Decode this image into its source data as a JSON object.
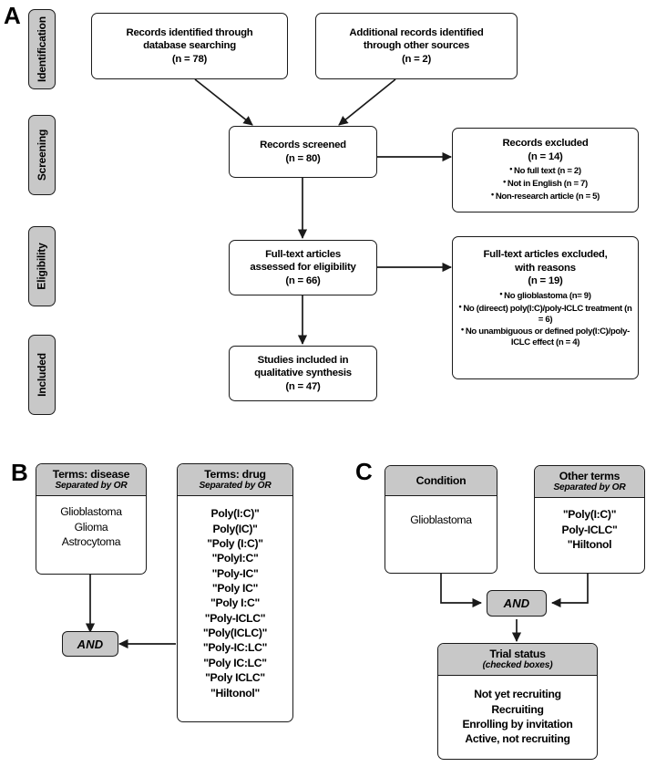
{
  "figure": {
    "panels": [
      "A",
      "B",
      "C"
    ]
  },
  "panel_a": {
    "letter": "A",
    "stages": [
      {
        "label": "Identification"
      },
      {
        "label": "Screening"
      },
      {
        "label": "Eligibility"
      },
      {
        "label": "Included"
      }
    ],
    "boxes": {
      "db_search": {
        "line1": "Records identified through",
        "line2": "database searching",
        "line3": "(n = 78)"
      },
      "other_sources": {
        "line1": "Additional records identified",
        "line2": "through other sources",
        "line3": "(n = 2)"
      },
      "screened": {
        "line1": "Records screened",
        "line2": "(n = 80)"
      },
      "records_excluded": {
        "line1": "Records excluded",
        "line2": "(n = 14)",
        "bullets": [
          "No full text (n = 2)",
          "Not in English (n = 7)",
          "Non-research article (n = 5)"
        ]
      },
      "fulltext_assessed": {
        "line1": "Full-text articles",
        "line2": "assessed for eligibility",
        "line3": "(n = 66)"
      },
      "fulltext_excluded": {
        "line1": "Full-text articles excluded,",
        "line2": "with reasons",
        "line3": "(n = 19)",
        "bullets": [
          "No glioblastoma (n= 9)",
          "No (direect) poly(I:C)/poly-ICLC treatment (n = 6)",
          "No unambiguous or defined poly(I:C)/poly-ICLC effect (n = 4)"
        ]
      },
      "included": {
        "line1": "Studies included in",
        "line2": "qualitative synthesis",
        "line3": "(n = 47)"
      }
    }
  },
  "panel_b": {
    "letter": "B",
    "disease_box": {
      "title": "Terms: disease",
      "subtitle": "Separated by OR",
      "items": [
        "Glioblastoma",
        "Glioma",
        "Astrocytoma"
      ]
    },
    "drug_box": {
      "title": "Terms: drug",
      "subtitle": "Separated by OR",
      "items": [
        "Poly(I:C)\"",
        "Poly(IC)\"",
        "\"Poly (I:C)\"",
        "\"PolyI:C\"",
        "\"Poly-IC\"",
        "\"Poly IC\"",
        "\"Poly I:C\"",
        "\"Poly-ICLC\"",
        "\"Poly(ICLC)\"",
        "\"Poly-IC:LC\"",
        "\"Poly IC:LC\"",
        "\"Poly ICLC\"",
        "\"Hiltonol\""
      ]
    },
    "operator": "AND"
  },
  "panel_c": {
    "letter": "C",
    "condition_box": {
      "title": "Condition",
      "subtitle": "",
      "items": [
        "Glioblastoma"
      ]
    },
    "other_terms_box": {
      "title": "Other terms",
      "subtitle": "Separated by OR",
      "items": [
        "\"Poly(I:C)\"",
        "Poly-ICLC\"",
        "\"Hiltonol"
      ]
    },
    "operator": "AND",
    "trial_status_box": {
      "title": "Trial status",
      "subtitle": "(checked boxes)",
      "items": [
        "Not yet recruiting",
        "Recruiting",
        "Enrolling by invitation",
        "Active, not recruiting"
      ]
    }
  },
  "colors": {
    "chip_fill": "#c8c8c8",
    "stroke": "#1a1a1a",
    "box_fill": "#ffffff",
    "background": "#ffffff"
  }
}
